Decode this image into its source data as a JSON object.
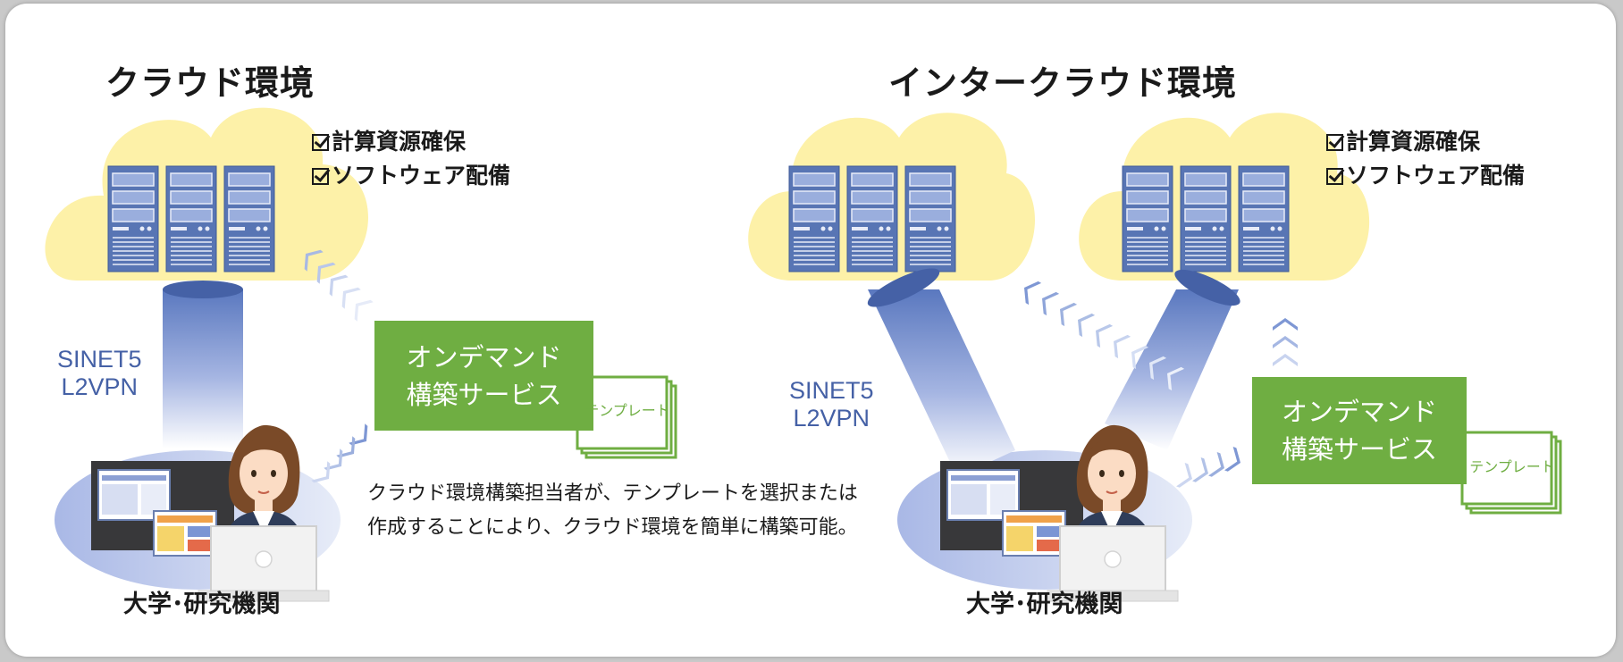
{
  "left_panel": {
    "title": "クラウド環境",
    "checklist": [
      "計算資源確保",
      "ソフトウェア配備"
    ],
    "network_lines": [
      "SINET5",
      "L2VPN"
    ],
    "service_lines": [
      "オンデマンド",
      "構築サービス"
    ],
    "template_label": "テンプレート",
    "institution": "大学･研究機関"
  },
  "right_panel": {
    "title": "インタークラウド環境",
    "checklist": [
      "計算資源確保",
      "ソフトウェア配備"
    ],
    "network_lines": [
      "SINET5",
      "L2VPN"
    ],
    "service_lines": [
      "オンデマンド",
      "構築サービス"
    ],
    "template_label": "テンプレート",
    "institution": "大学･研究機関"
  },
  "caption_lines": [
    "クラウド環境構築担当者が、テンプレートを選択または",
    "作成することにより、クラウド環境を簡単に構築可能。"
  ],
  "colors": {
    "cloud": "#fdf1a8",
    "server": "#5875b4",
    "tube": "#5a78bf",
    "service_green": "#6fae42",
    "network_text": "#4561a6",
    "base_ellipse": "#b9c5e8"
  },
  "icons": [
    "server-rack-icon",
    "cloud-icon",
    "person-icon",
    "laptop-icon",
    "monitor-icon",
    "checkbox-icon",
    "chevron-arrow-icon"
  ]
}
